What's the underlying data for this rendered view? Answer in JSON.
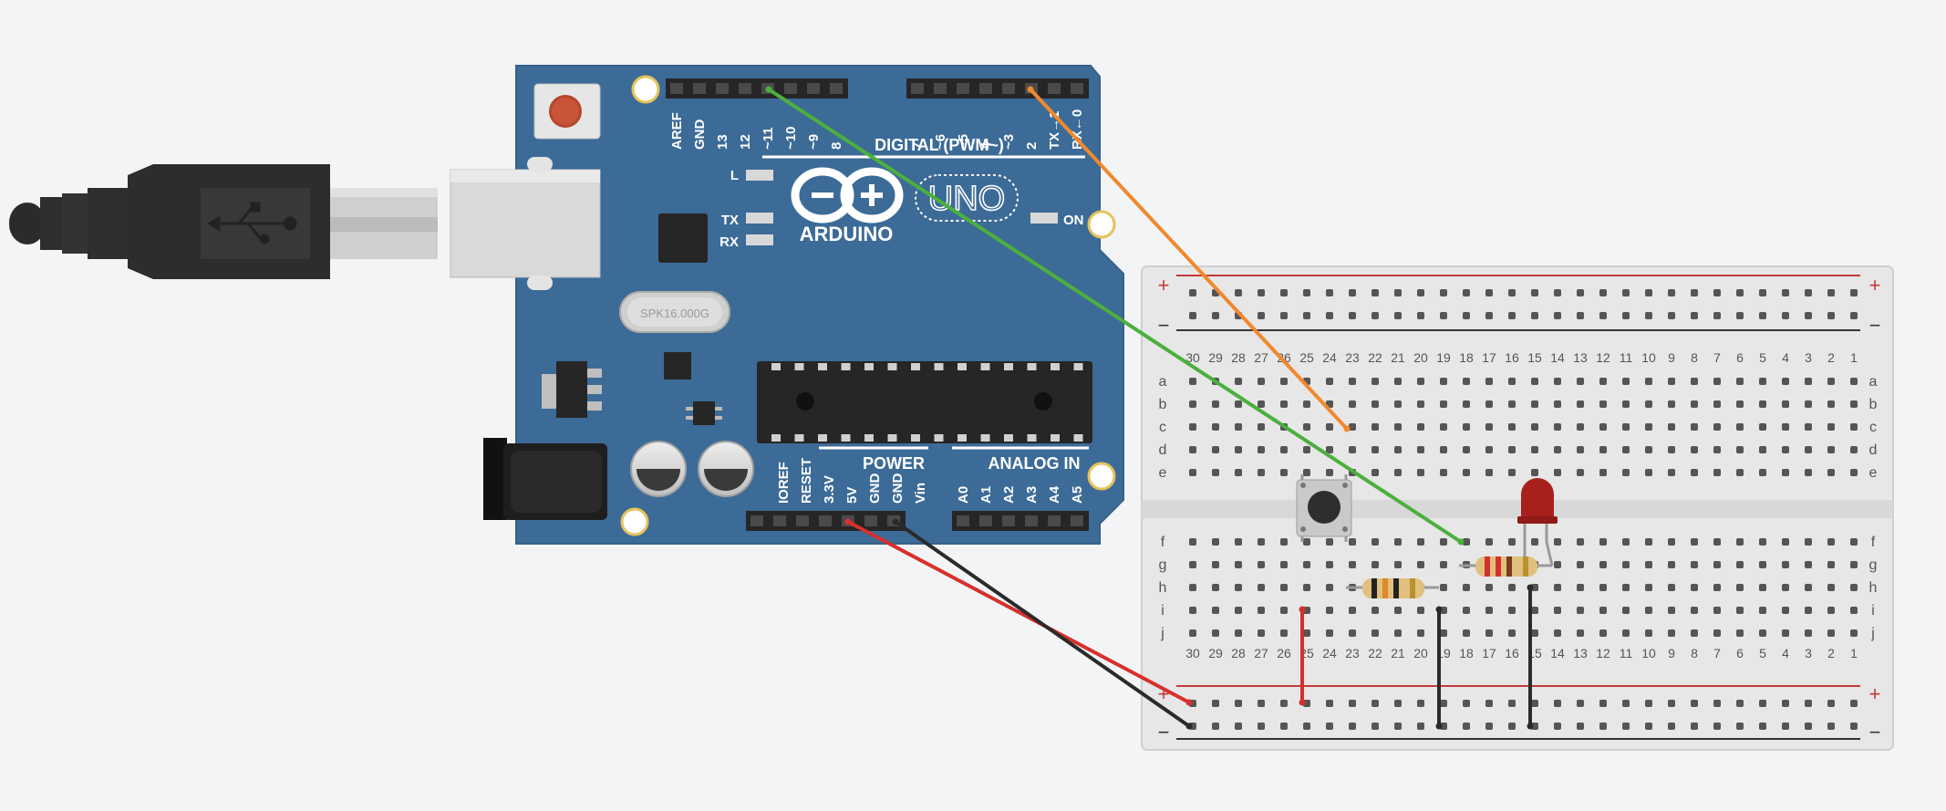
{
  "canvas": {
    "background": "#f3f4f6"
  },
  "usb_cable": {
    "icon": "usb-icon"
  },
  "arduino": {
    "board_color": "#3f6f9a",
    "logo_text": "ARDUINO",
    "model_text": "UNO",
    "section_digital": "DIGITAL (PWM~)",
    "section_power": "POWER",
    "section_analog": "ANALOG IN",
    "crystal_label": "SPK16.000G",
    "led_labels": {
      "l": "L",
      "tx": "TX",
      "rx": "RX",
      "on": "ON"
    },
    "digital_pins_left": [
      "AREF",
      "GND",
      "13",
      "12",
      "~11",
      "~10",
      "~9",
      "8"
    ],
    "digital_pins_right": [
      "7",
      "~6",
      "~5",
      "4",
      "~3",
      "2",
      "TX→1",
      "RX←0"
    ],
    "power_pins": [
      "IOREF",
      "RESET",
      "3.3V",
      "5V",
      "GND",
      "GND",
      "Vin"
    ],
    "analog_pins": [
      "A0",
      "A1",
      "A2",
      "A3",
      "A4",
      "A5"
    ]
  },
  "breadboard": {
    "plus_label": "+",
    "minus_label": "−",
    "column_numbers": [
      "30",
      "29",
      "28",
      "27",
      "26",
      "25",
      "24",
      "23",
      "22",
      "21",
      "20",
      "19",
      "18",
      "17",
      "16",
      "15",
      "14",
      "13",
      "12",
      "11",
      "10",
      "9",
      "8",
      "7",
      "6",
      "5",
      "4",
      "3",
      "2",
      "1"
    ],
    "rows_top": [
      "a",
      "b",
      "c",
      "d",
      "e"
    ],
    "rows_bottom": [
      "f",
      "g",
      "h",
      "i",
      "j"
    ]
  },
  "wires": {
    "green": "#4caf3e",
    "orange": "#f0892e",
    "red": "#d6302d",
    "black": "#2a2a2a"
  },
  "components": {
    "pushbutton": "pushbutton",
    "led_color": "#a8201c",
    "resistors": 2
  }
}
